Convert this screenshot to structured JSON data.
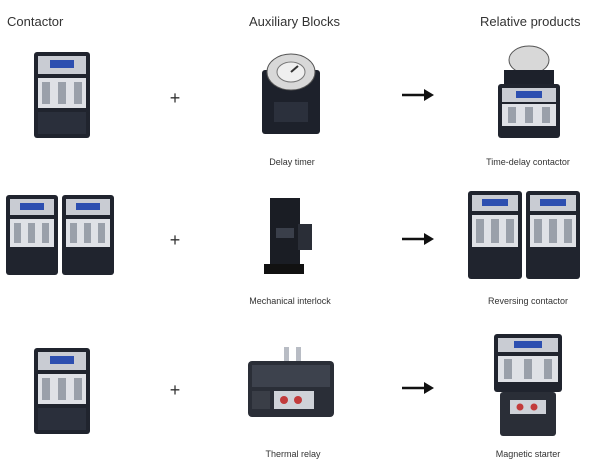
{
  "headers": {
    "contactor": "Contactor",
    "auxiliary": "Auxiliary Blocks",
    "relative": "Relative products"
  },
  "rows": [
    {
      "auxiliary_caption": "Delay timer",
      "product_caption": "Time-delay contactor"
    },
    {
      "auxiliary_caption": "Mechanical interlock",
      "product_caption": "Reversing contactor"
    },
    {
      "auxiliary_caption": "Thermal relay",
      "product_caption": "Magnetic starter"
    }
  ],
  "operators": {
    "plus": "+"
  },
  "colors": {
    "body": "#1f2430",
    "front": "#d9dce2",
    "accent": "#2d4fb0",
    "text": "#333333"
  }
}
